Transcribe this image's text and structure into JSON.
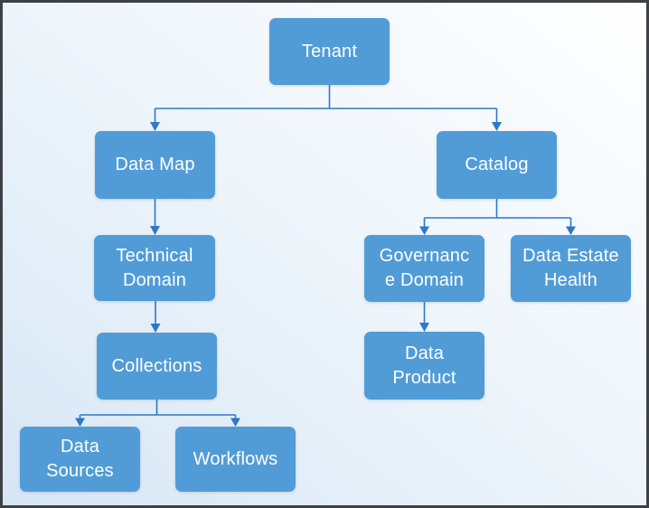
{
  "diagram": {
    "type": "hierarchy-flowchart",
    "nodes": {
      "tenant": {
        "label": "Tenant"
      },
      "data_map": {
        "label": "Data Map"
      },
      "catalog": {
        "label": "Catalog"
      },
      "technical_domain": {
        "label": "Technical\nDomain"
      },
      "governance_domain": {
        "label": "Governanc\ne Domain"
      },
      "data_estate_health": {
        "label": "Data Estate\nHealth"
      },
      "collections": {
        "label": "Collections"
      },
      "data_product": {
        "label": "Data\nProduct"
      },
      "data_sources": {
        "label": "Data\nSources"
      },
      "workflows": {
        "label": "Workflows"
      }
    },
    "edges": [
      {
        "from": "tenant",
        "to": "data_map"
      },
      {
        "from": "tenant",
        "to": "catalog"
      },
      {
        "from": "data_map",
        "to": "technical_domain"
      },
      {
        "from": "technical_domain",
        "to": "collections"
      },
      {
        "from": "collections",
        "to": "data_sources"
      },
      {
        "from": "collections",
        "to": "workflows"
      },
      {
        "from": "catalog",
        "to": "governance_domain"
      },
      {
        "from": "catalog",
        "to": "data_estate_health"
      },
      {
        "from": "governance_domain",
        "to": "data_product"
      }
    ],
    "colors": {
      "node_fill": "#519CD7",
      "node_text": "#FFFFFF",
      "connector": "#2E78C8",
      "background_start": "#FFFFFF",
      "background_mid": "#EEF5FB",
      "background_end": "#D7E6F5",
      "frame_border": "#3D4145"
    }
  }
}
